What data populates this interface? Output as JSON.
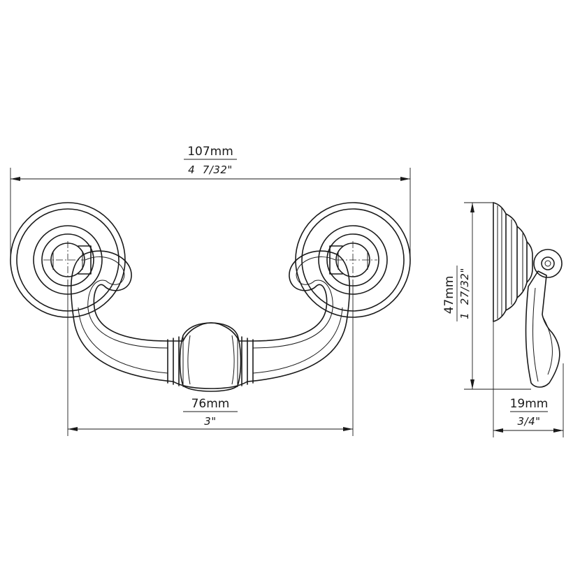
{
  "dimensions": {
    "overall_width": {
      "metric": "107mm",
      "imperial": "4  7/32\""
    },
    "center_to_center": {
      "metric": "76mm",
      "imperial": "3\""
    },
    "height": {
      "metric": "47mm",
      "imperial": "1  27/32\""
    },
    "projection": {
      "metric": "19mm",
      "imperial": "3/4\""
    }
  },
  "colors": {
    "line": "#1a1a1a",
    "background": "#ffffff"
  }
}
